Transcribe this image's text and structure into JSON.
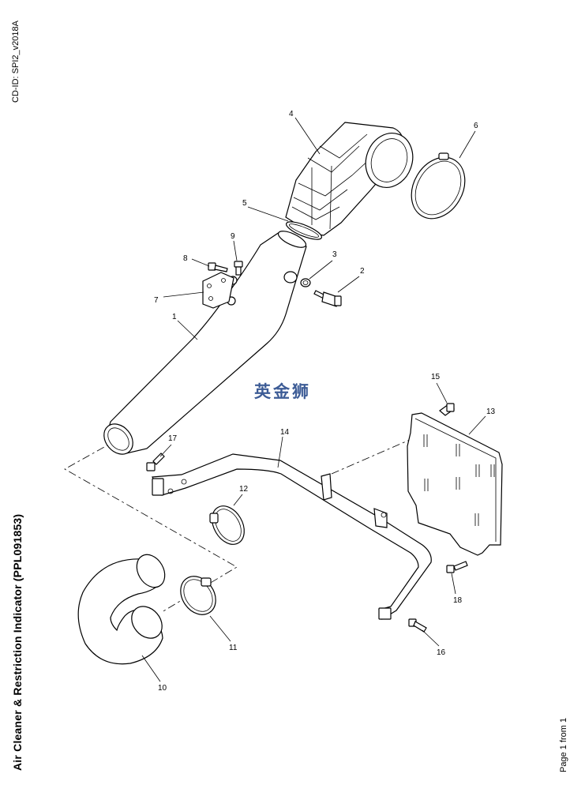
{
  "sheet": {
    "cd_id": "CD-ID: SPI2_v2018A",
    "title": "Air Cleaner & Restriction Indicator (PPL091853)",
    "page_indicator": "Page 1 from 1",
    "watermark": "英金狮"
  },
  "callouts": {
    "c1": "1",
    "c2": "2",
    "c3": "3",
    "c4": "4",
    "c5": "5",
    "c6": "6",
    "c7": "7",
    "c8": "8",
    "c9": "9",
    "c10": "10",
    "c11": "11",
    "c12": "12",
    "c13": "13",
    "c14": "14",
    "c15": "15",
    "c16": "16",
    "c17": "17",
    "c18": "18"
  }
}
